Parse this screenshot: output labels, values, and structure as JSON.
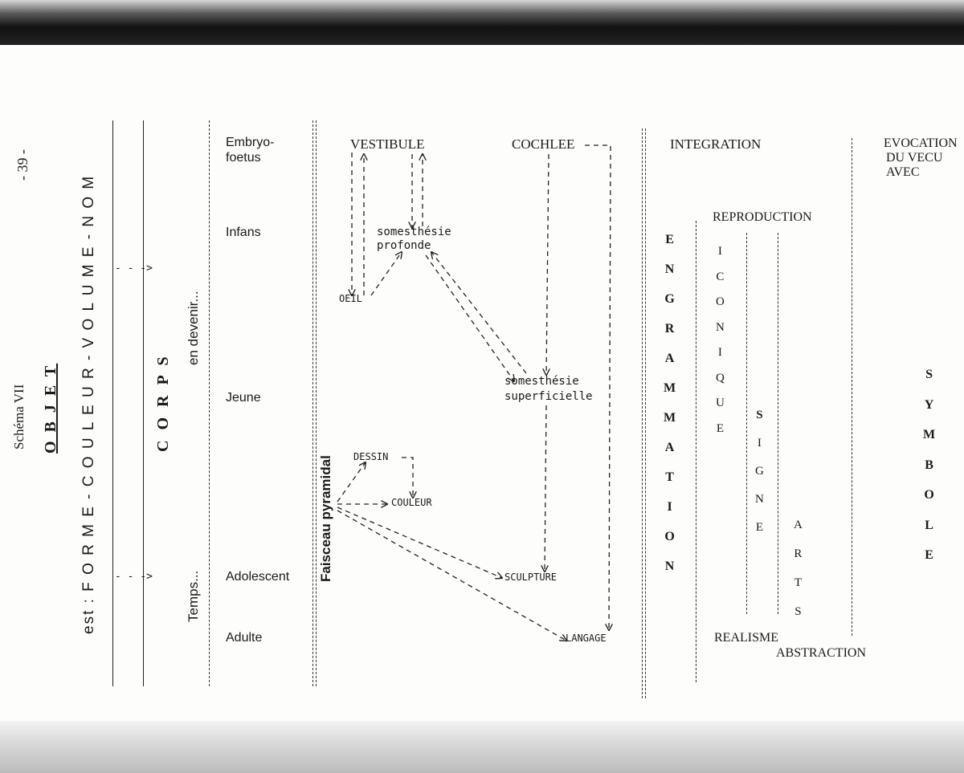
{
  "header": {
    "page_number": "- 39 -",
    "schema_label": "Schéma VII"
  },
  "left": {
    "objet": "O B J E T",
    "objet_line": "est : F O R M E - C O U L E U R - V O L U M E - N O M",
    "corps": "C O R P S",
    "en_devenir": "en devenir...",
    "temps": "Temps...",
    "arrow_glyph": "- - ->"
  },
  "ages": [
    "Embryo-",
    "foetus",
    "Infans",
    "Jeune",
    "Adolescent",
    "Adulte"
  ],
  "faisceau": "Faisceau pyramidal",
  "nodes": {
    "vestibule": "VESTIBULE",
    "cochlee": "COCHLEE",
    "somesthesie_profonde_1": "somesthésie",
    "somesthesie_profonde_2": "profonde",
    "oeil": "OEIL",
    "somesthesie_superficielle_1": "somesthésie",
    "somesthesie_superficielle_2": "superficielle",
    "dessin": "DESSIN",
    "couleur": "COULEUR",
    "sculpture": "SCULPTURE",
    "langage": "LANGAGE"
  },
  "right": {
    "integration": "INTEGRATION",
    "evocation_1": "EVOCATION",
    "evocation_2": "DU VECU",
    "evocation_3": "AVEC",
    "reproduction": "REPRODUCTION",
    "engrammation": [
      "E",
      "N",
      "G",
      "R",
      "A",
      "M",
      "M",
      "A",
      "T",
      "I",
      "O",
      "N"
    ],
    "iconique": [
      "I",
      "C",
      "O",
      "N",
      "I",
      "Q",
      "U",
      "E"
    ],
    "signe": [
      "S",
      "I",
      "G",
      "N",
      "E"
    ],
    "arts": [
      "A",
      "R",
      "T",
      "S"
    ],
    "symbole": [
      "S",
      "Y",
      "M",
      "B",
      "O",
      "L",
      "E"
    ],
    "realisme": "REALISME",
    "abstraction": "ABSTRACTION"
  }
}
